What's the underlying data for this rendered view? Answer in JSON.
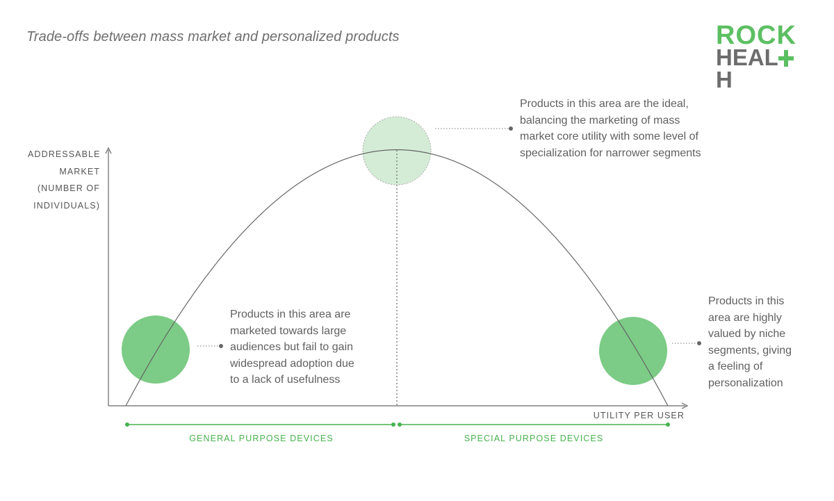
{
  "title": "Trade-offs between mass market and personalized products",
  "logo": {
    "line1": "ROCK",
    "line2_a": "HEAL",
    "line2_b": "H",
    "primary_color": "#5cbf62",
    "secondary_color": "#6d6d6d"
  },
  "axes": {
    "y_label": "ADDRESSABLE\nMARKET\n(NUMBER OF\nINDIVIDUALS)",
    "x_label": "UTILITY PER USER"
  },
  "annotations": {
    "top": "Products in this area are the ideal,\nbalancing the marketing of mass\nmarket core utility with some level of\nspecialization for narrower segments",
    "left": "Products in this area are\nmarketed towards large\naudiences but fail to gain\nwidespread adoption due\nto a lack of usefulness",
    "right": "Products in this\narea are highly\nvalued by niche\nsegments, giving\na feeling of\npersonalization"
  },
  "segments": {
    "general": "GENERAL PURPOSE DEVICES",
    "special": "SPECIAL PURPOSE DEVICES"
  },
  "colors": {
    "accent": "#47b24f",
    "circle_solid": "#7ccb86",
    "circle_light": "#d4ecd6",
    "curve": "#666666",
    "text": "#606060"
  }
}
